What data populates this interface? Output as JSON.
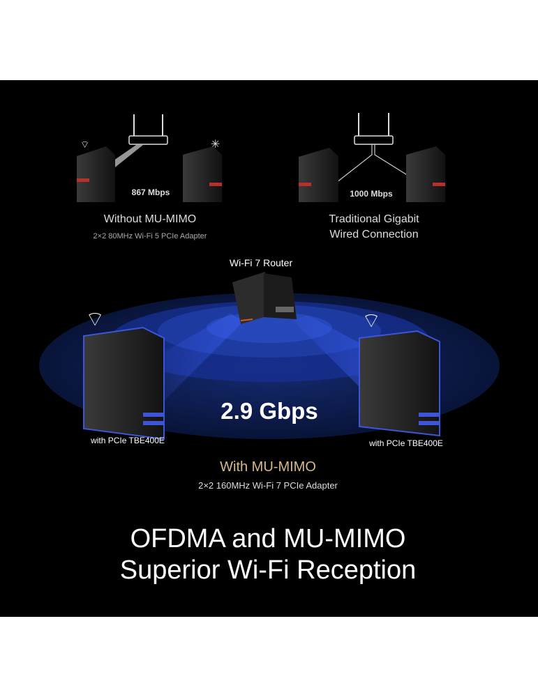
{
  "top_left": {
    "speed": "867 Mbps",
    "title": "Without MU-MIMO",
    "subtitle": "2×2 80MHz Wi-Fi 5 PCIe Adapter"
  },
  "top_right": {
    "speed": "1000 Mbps",
    "title_line1": "Traditional Gigabit",
    "title_line2": "Wired Connection"
  },
  "main": {
    "router_label": "Wi-Fi 7 Router",
    "speed": "2.9 Gbps",
    "left_pc_label": "with PCIe TBE400E",
    "right_pc_label": "with PCIe TBE400E",
    "title": "With MU-MIMO",
    "subtitle": "2×2 160MHz Wi-Fi 7 PCIe Adapter"
  },
  "headline": {
    "line1": "OFDMA and MU-MIMO",
    "line2": "Superior Wi-Fi Reception"
  },
  "colors": {
    "background": "#000000",
    "gold": "#d8b985",
    "blue": "#2f4fd0",
    "red_accent": "#b8302a"
  }
}
